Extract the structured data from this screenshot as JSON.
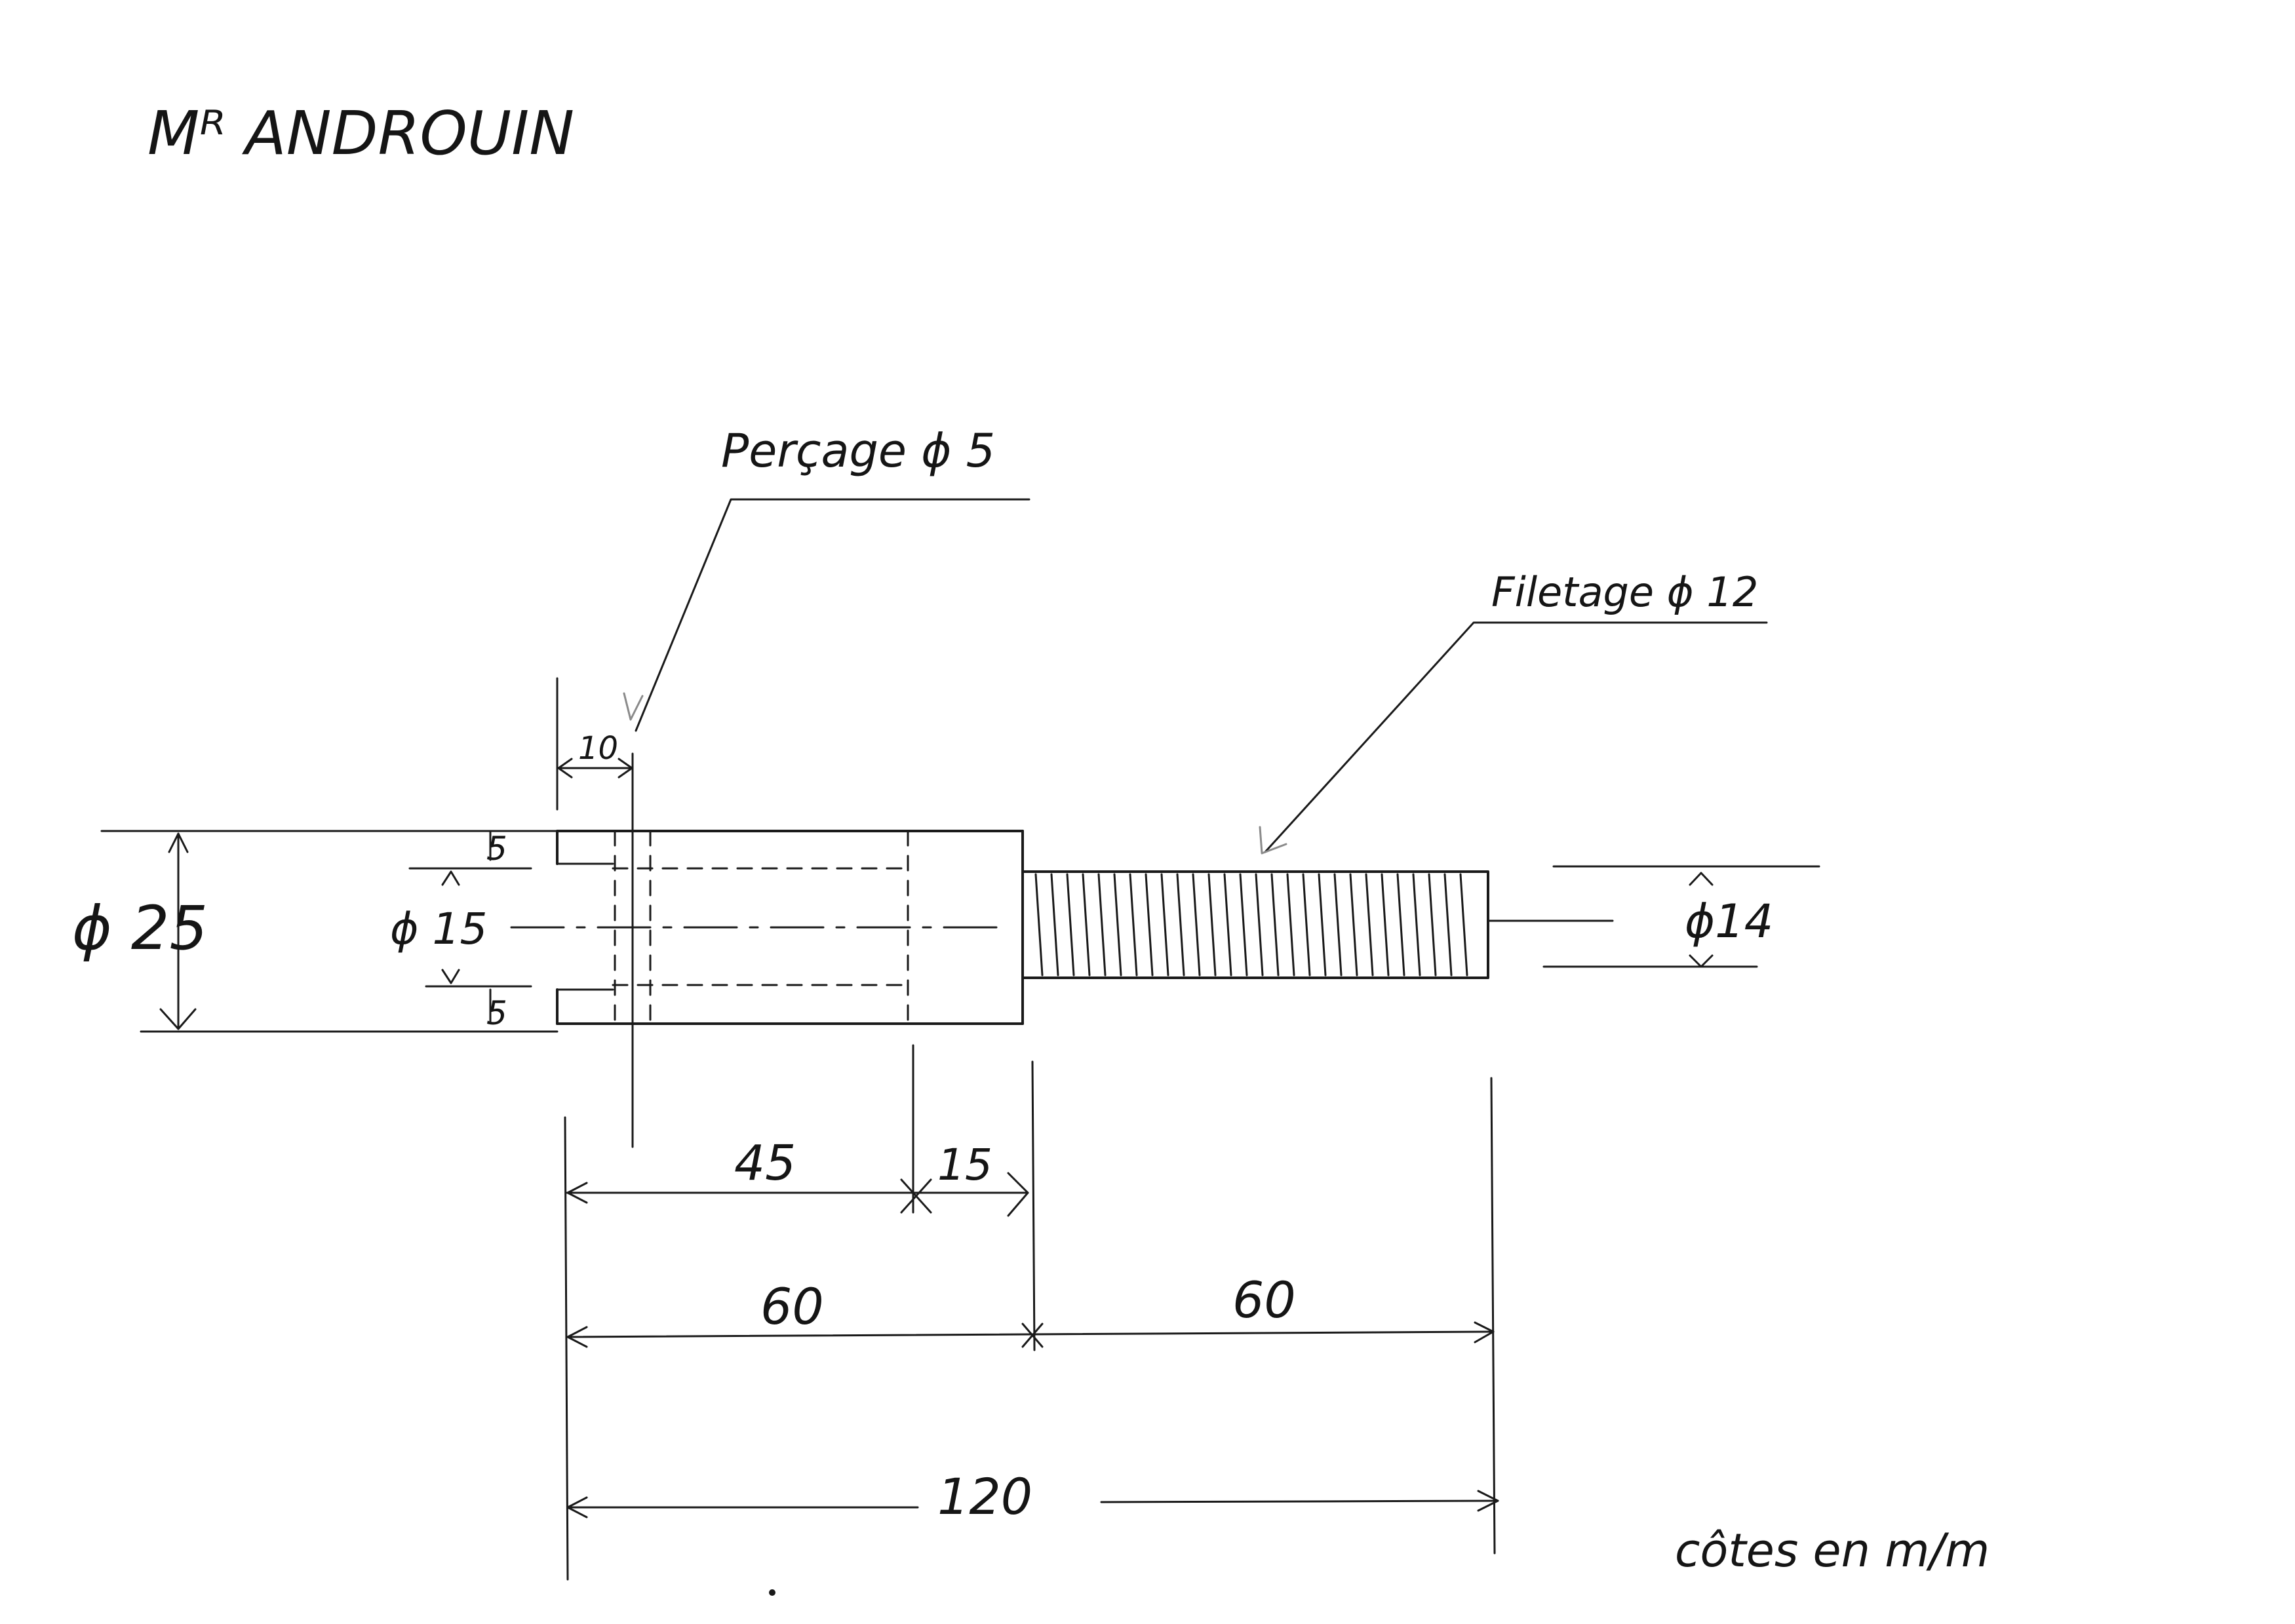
{
  "title": "Mᴿ ANDROUIN",
  "callouts": {
    "drilling": "Perçage ϕ 5",
    "threading": "Filetage ϕ 12"
  },
  "dimensions": {
    "outer_diameter": "ϕ 25",
    "bore_diameter": "ϕ 15",
    "thread_diameter": "ϕ14",
    "wall_top": "5",
    "wall_bottom": "5",
    "hole_offset": "10",
    "bore_depth": "45",
    "bore_end": "15",
    "head_length": "60",
    "thread_length": "60",
    "total_length": "120"
  },
  "note": "côtes en m/m",
  "colors": {
    "ink": "#1a1a1a",
    "paper": "#ffffff",
    "pencil": "#8a8a8a"
  }
}
